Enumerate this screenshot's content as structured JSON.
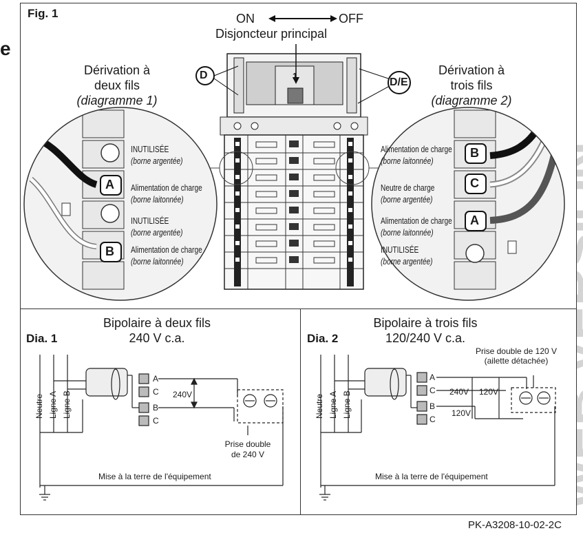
{
  "fig1": {
    "label": "Fig. 1",
    "switch_on": "ON",
    "switch_off": "OFF",
    "main_breaker": "Disjoncteur principal",
    "tag_d": "D",
    "tag_de": "D/E",
    "left_title_1": "Dérivation à",
    "left_title_2": "deux fils",
    "left_title_3": "(diagramme 1)",
    "right_title_1": "Dérivation à",
    "right_title_2": "trois fils",
    "right_title_3": "(diagramme 2)",
    "breaker_number": "1",
    "left_labels": [
      {
        "main": "INUTILISÉE",
        "sub": "(borne argentée)"
      },
      {
        "main": "Alimentation de charge",
        "sub": "(borne laitonnée)"
      },
      {
        "main": "INUTILISÉE",
        "sub": "(borne argentée)"
      },
      {
        "main": "Alimentation de charge",
        "sub": "(borne laitonnée)"
      }
    ],
    "right_labels": [
      {
        "main": "Alimentation de charge",
        "sub": "(borne laitonnée)"
      },
      {
        "main": "Neutre de charge",
        "sub": "(borne argentée)"
      },
      {
        "main": "Alimentation de charge",
        "sub": "(borne laitonnée)"
      },
      {
        "main": "INUTILISÉE",
        "sub": "(borne argentée)"
      }
    ],
    "left_letters": [
      "A",
      "B"
    ],
    "right_letters": [
      "B",
      "C",
      "A"
    ]
  },
  "dia1": {
    "label": "Dia. 1",
    "title_1": "Bipolaire à deux fils",
    "title_2": "240 V c.a.",
    "lines": [
      "Neutre",
      "Ligne A",
      "Ligne B"
    ],
    "terminals": [
      "A",
      "C",
      "B",
      "C"
    ],
    "voltage": "240V",
    "outlet_1": "Prise double",
    "outlet_2": "de 240 V",
    "ground": "Mise à la terre de l'équipement"
  },
  "dia2": {
    "label": "Dia. 2",
    "title_1": "Bipolaire à trois fils",
    "title_2": "120/240 V c.a.",
    "lines": [
      "Neutre",
      "Ligne A",
      "Ligne B"
    ],
    "terminals": [
      "A",
      "C",
      "B",
      "C"
    ],
    "voltage_a": "240V",
    "voltage_b": "120V",
    "voltage_c": "120V",
    "outlet_1": "Prise double de 120 V",
    "outlet_2": "(ailette détachée)",
    "ground": "Mise à la terre de l'équipement"
  },
  "edge_letter": "e",
  "watermark": "WEB VERSION",
  "footer_code": "PK-A3208-10-02-2C"
}
